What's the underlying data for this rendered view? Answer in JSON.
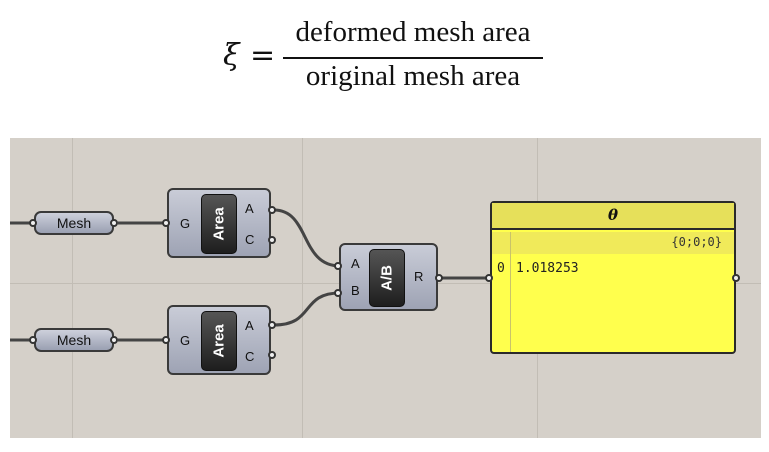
{
  "formula": {
    "symbol": "ξ",
    "equals": "=",
    "numerator": "deformed mesh area",
    "denominator": "original mesh area"
  },
  "canvas": {
    "background_color": "#d5d0c9",
    "mesh_param_1": {
      "label": "Mesh"
    },
    "mesh_param_2": {
      "label": "Mesh"
    },
    "area_component_1": {
      "input_label": "G",
      "core_label": "Area",
      "outputs": [
        "A",
        "C"
      ]
    },
    "area_component_2": {
      "input_label": "G",
      "core_label": "Area",
      "outputs": [
        "A",
        "C"
      ]
    },
    "division_component": {
      "inputs": [
        "A",
        "B"
      ],
      "core_label": "A/B",
      "output": "R"
    },
    "panel": {
      "title": "θ",
      "path": "{0;0;0}",
      "index": "0",
      "value": "1.018253",
      "color": "#ffff4d"
    }
  }
}
